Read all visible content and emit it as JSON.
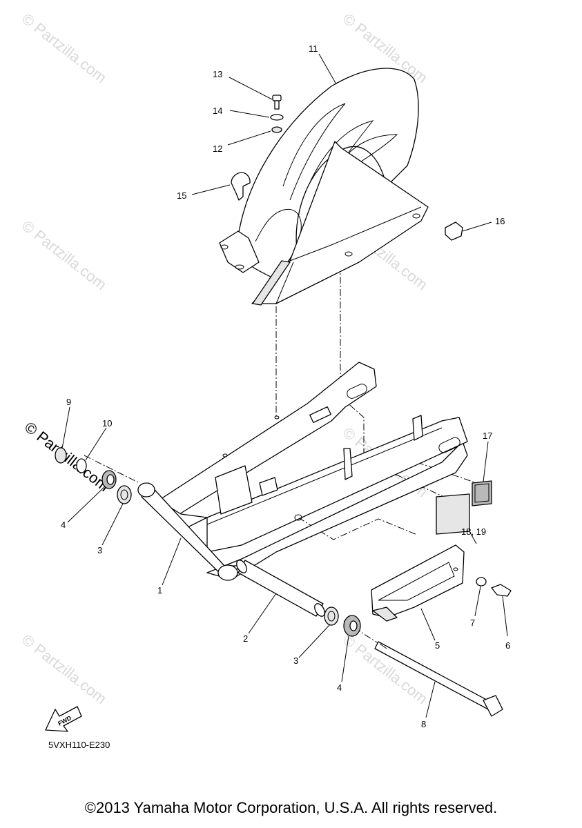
{
  "diagram": {
    "code": "5VXH110-E230",
    "copyright": "©2013 Yamaha Motor Corporation, U.S.A. All rights reserved.",
    "fwd_label": "FWD",
    "watermark": "© Partzilla.com",
    "callouts": {
      "c1": "1",
      "c2": "2",
      "c3a": "3",
      "c3b": "3",
      "c4a": "4",
      "c4b": "4",
      "c5": "5",
      "c6": "6",
      "c7": "7",
      "c8": "8",
      "c9": "9",
      "c10": "10",
      "c11": "11",
      "c12": "12",
      "c13": "13",
      "c14": "14",
      "c15": "15",
      "c16": "16",
      "c17": "17",
      "c18": "18, 19"
    }
  }
}
